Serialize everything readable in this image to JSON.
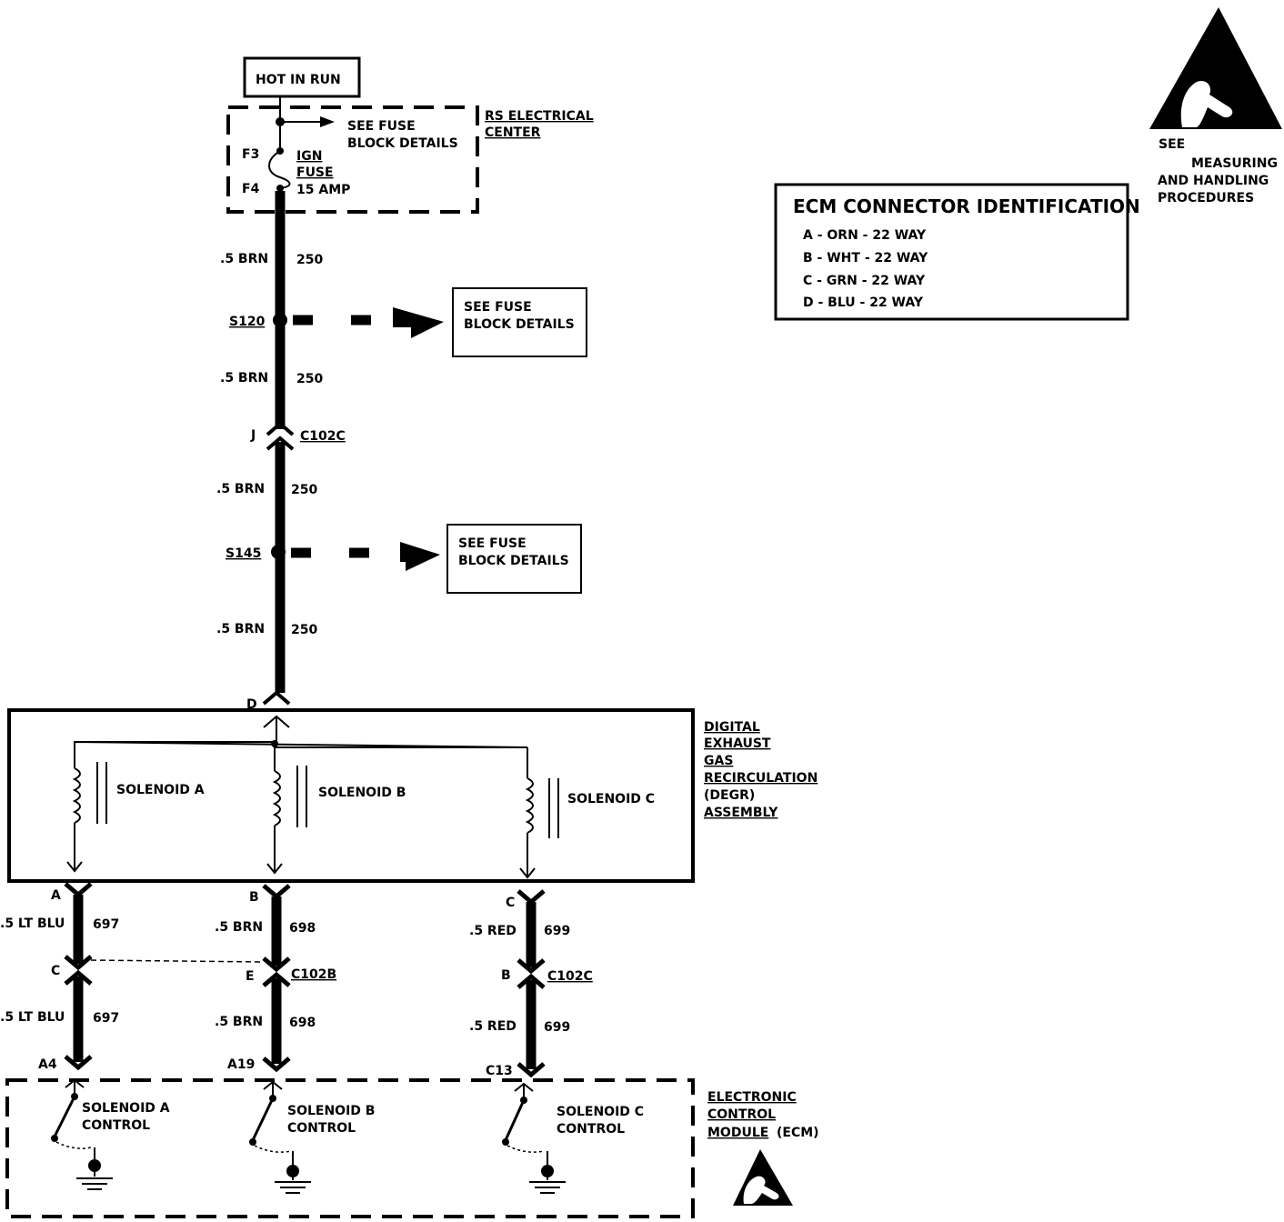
{
  "power": {
    "hot_in_run": "HOT IN RUN",
    "center_label": [
      "RS ELECTRICAL",
      "CENTER"
    ],
    "see_fuse_block": [
      "SEE FUSE",
      "BLOCK DETAILS"
    ],
    "fuse_top_pin": "F3",
    "fuse_bottom_pin": "F4",
    "fuse_label": [
      "IGN",
      "FUSE",
      "15 AMP"
    ]
  },
  "ecm_connector_id": {
    "title": "ECM CONNECTOR IDENTIFICATION",
    "rows": [
      "A - ORN - 22 WAY",
      "B - WHT - 22 WAY",
      "C - GRN - 22 WAY",
      "D - BLU - 22 WAY"
    ]
  },
  "esd_notice": {
    "lines": [
      "SEE",
      "MEASURING",
      "AND HANDLING",
      "PROCEDURES"
    ]
  },
  "main_feed": {
    "segments": [
      {
        "wire": ".5 BRN",
        "circuit": "250"
      },
      {
        "wire": ".5 BRN",
        "circuit": "250"
      },
      {
        "wire": ".5 BRN",
        "circuit": "250"
      },
      {
        "wire": ".5 BRN",
        "circuit": "250"
      }
    ],
    "splices": [
      "S120",
      "S145"
    ],
    "connector_pin": "J",
    "connector_name": "C102C",
    "degr_pin": "D",
    "splice_refs": [
      {
        "lines": [
          "SEE FUSE",
          "BLOCK DETAILS"
        ]
      },
      {
        "lines": [
          "SEE FUSE",
          "BLOCK DETAILS"
        ]
      }
    ]
  },
  "degr": {
    "label": [
      "DIGITAL",
      "EXHAUST",
      "GAS",
      "RECIRCULATION",
      "(DEGR)",
      "ASSEMBLY"
    ],
    "solenoids": [
      "SOLENOID A",
      "SOLENOID B",
      "SOLENOID C"
    ]
  },
  "circuits": [
    {
      "degr_pin": "A",
      "wire_top": ".5 LT BLU",
      "circuit_top": "697",
      "conn_pin": "C",
      "conn_name": "",
      "wire_bottom": ".5 LT BLU",
      "circuit_bottom": "697",
      "ecm_pin": "A4",
      "control": [
        "SOLENOID A",
        "CONTROL"
      ]
    },
    {
      "degr_pin": "B",
      "wire_top": ".5 BRN",
      "circuit_top": "698",
      "conn_pin": "E",
      "conn_name": "C102B",
      "wire_bottom": ".5 BRN",
      "circuit_bottom": "698",
      "ecm_pin": "A19",
      "control": [
        "SOLENOID B",
        "CONTROL"
      ]
    },
    {
      "degr_pin": "C",
      "wire_top": ".5 RED",
      "circuit_top": "699",
      "conn_pin": "B",
      "conn_name": "C102C",
      "wire_bottom": ".5 RED",
      "circuit_bottom": "699",
      "ecm_pin": "C13",
      "control": [
        "SOLENOID C",
        "CONTROL"
      ]
    }
  ],
  "ecm": {
    "label": [
      "ELECTRONIC",
      "CONTROL",
      "MODULE"
    ],
    "abbr": "(ECM)"
  }
}
